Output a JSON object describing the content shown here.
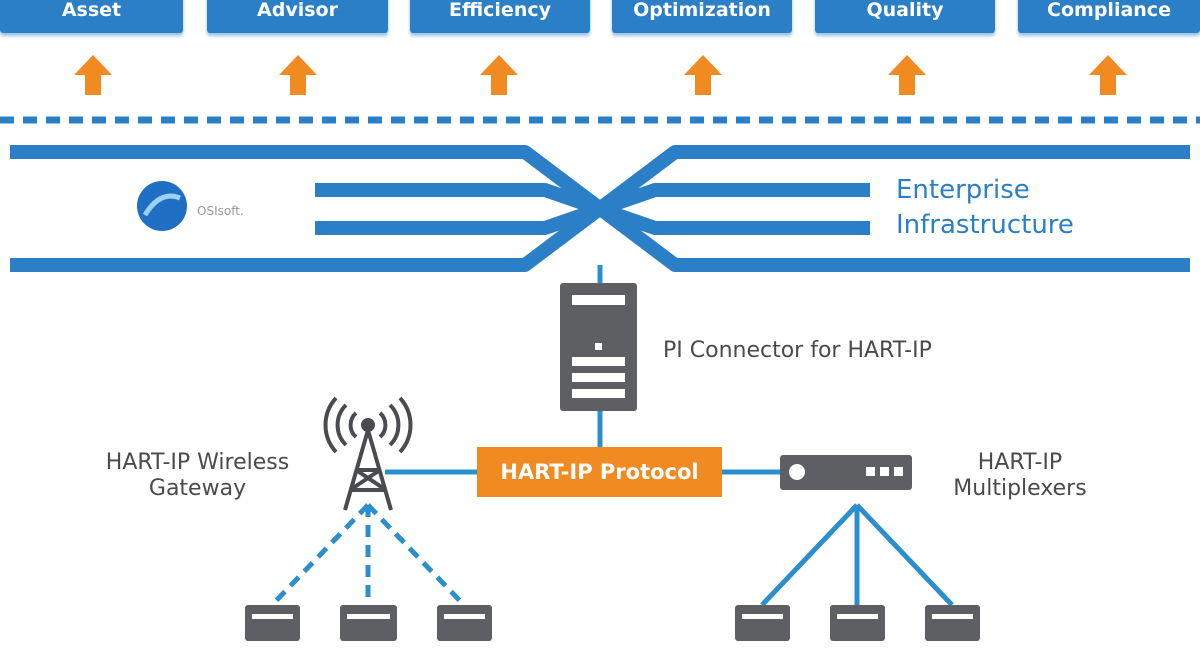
{
  "top_boxes": [
    "Asset",
    "Advisor",
    "Efficiency",
    "Optimization",
    "Quality",
    "Compliance"
  ],
  "enterprise_label": [
    "Enterprise",
    "Infrastructure"
  ],
  "logo": {
    "text": "OSI",
    "suffix": "soft."
  },
  "connector_label": "PI Connector for HART-IP",
  "protocol_label": "HART-IP Protocol",
  "gateway_label": [
    "HART-IP Wireless",
    "Gateway"
  ],
  "multiplexer_label": [
    "HART-IP",
    "Multiplexers"
  ],
  "colors": {
    "blue": "#2a7fc6",
    "orange": "#f18a21",
    "gray": "#5e5f63"
  }
}
